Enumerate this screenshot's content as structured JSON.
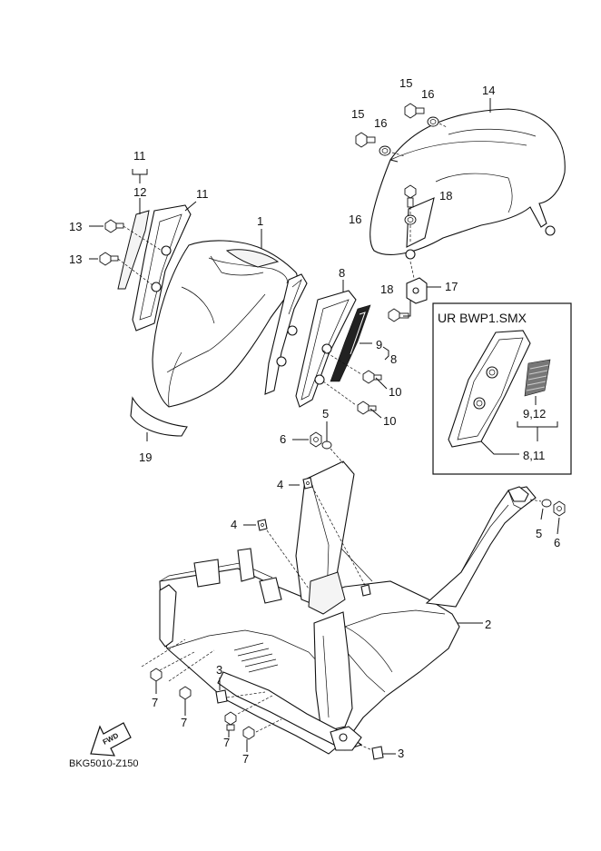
{
  "diagram": {
    "code": "BKG5010-Z150",
    "fwd_label": "FWD",
    "inset_title": "UR BWP1.SMX",
    "callouts": {
      "c1": "1",
      "c2": "2",
      "c3a": "3",
      "c3b": "3",
      "c4a": "4",
      "c4b": "4",
      "c5a": "5",
      "c5b": "5",
      "c6a": "6",
      "c6b": "6",
      "c7a": "7",
      "c7b": "7",
      "c7c": "7",
      "c7d": "7",
      "c8a": "8",
      "c8b": "8",
      "c9": "9",
      "c10a": "10",
      "c10b": "10",
      "c11a": "11",
      "c11b": "11",
      "c12": "12",
      "c13a": "13",
      "c13b": "13",
      "c14": "14",
      "c15a": "15",
      "c15b": "15",
      "c16a": "16",
      "c16b": "16",
      "c16c": "16",
      "c17": "17",
      "c18a": "18",
      "c18b": "18",
      "c19": "19",
      "inset_912": "9,12",
      "inset_811": "8,11"
    }
  }
}
